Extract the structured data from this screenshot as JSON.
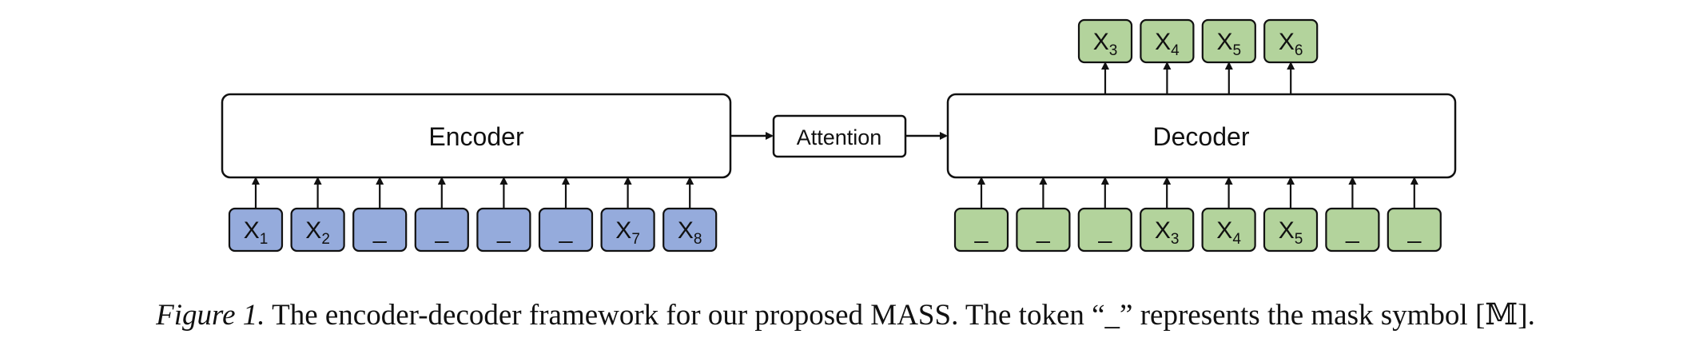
{
  "encoder": {
    "label": "Encoder"
  },
  "attention": {
    "label": "Attention"
  },
  "decoder": {
    "label": "Decoder"
  },
  "encoder_inputs": [
    {
      "base": "X",
      "sub": "1"
    },
    {
      "base": "X",
      "sub": "2"
    },
    {
      "base": "_",
      "sub": ""
    },
    {
      "base": "_",
      "sub": ""
    },
    {
      "base": "_",
      "sub": ""
    },
    {
      "base": "_",
      "sub": ""
    },
    {
      "base": "X",
      "sub": "7"
    },
    {
      "base": "X",
      "sub": "8"
    }
  ],
  "decoder_inputs": [
    {
      "base": "_",
      "sub": ""
    },
    {
      "base": "_",
      "sub": ""
    },
    {
      "base": "_",
      "sub": ""
    },
    {
      "base": "X",
      "sub": "3"
    },
    {
      "base": "X",
      "sub": "4"
    },
    {
      "base": "X",
      "sub": "5"
    },
    {
      "base": "_",
      "sub": ""
    },
    {
      "base": "_",
      "sub": ""
    }
  ],
  "decoder_outputs": [
    {
      "base": "X",
      "sub": "3"
    },
    {
      "base": "X",
      "sub": "4"
    },
    {
      "base": "X",
      "sub": "5"
    },
    {
      "base": "X",
      "sub": "6"
    }
  ],
  "caption": {
    "label": "Figure 1.",
    "text": "The encoder-decoder framework for our proposed MASS. The token “_” represents the mask symbol [𝕄]."
  },
  "colors": {
    "encoder_token_fill": "#95abdc",
    "decoder_token_fill": "#b3d39c",
    "stroke": "#111111"
  }
}
